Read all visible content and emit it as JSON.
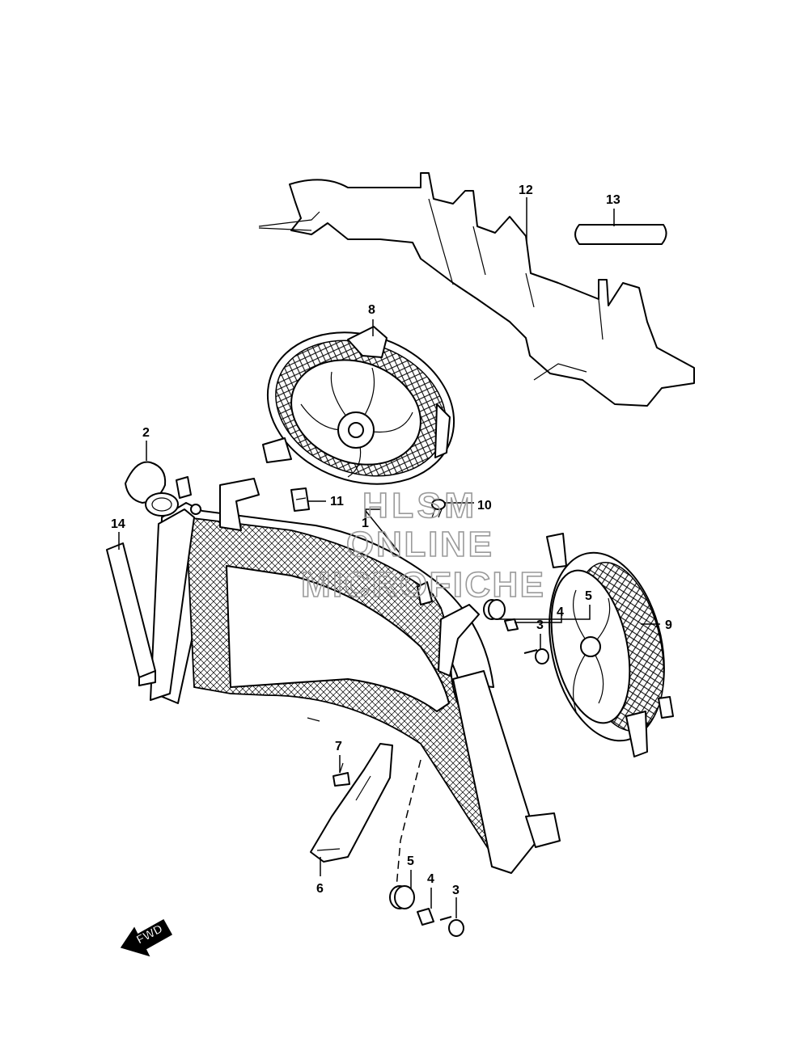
{
  "callouts": {
    "c1": "1",
    "c2": "2",
    "c3a": "3",
    "c3b": "3",
    "c4a": "4",
    "c4b": "4",
    "c5a": "5",
    "c5b": "5",
    "c6": "6",
    "c7": "7",
    "c8": "8",
    "c9": "9",
    "c10": "10",
    "c11": "11",
    "c12": "12",
    "c13": "13",
    "c14": "14"
  },
  "watermark": {
    "line1": "HLSM",
    "line2": "ONLINE",
    "line3": "MICROFICHE"
  },
  "fwd_label": "FWD"
}
